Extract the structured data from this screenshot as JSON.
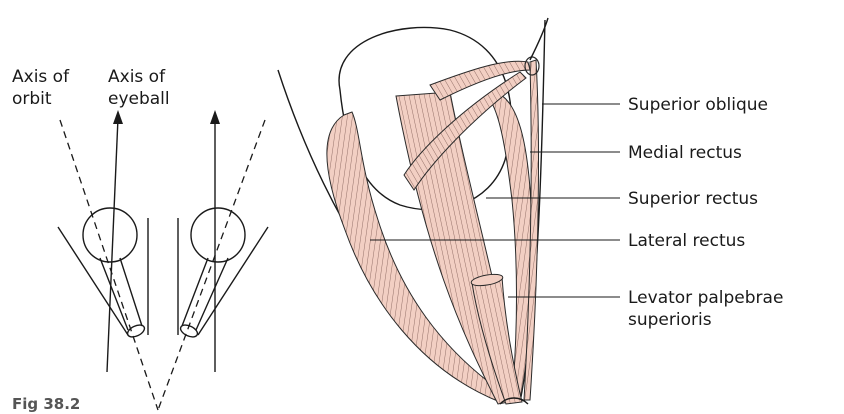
{
  "left_diagram": {
    "axis_of_orbit_line1": "Axis of",
    "axis_of_orbit_line2": "orbit",
    "axis_of_eyeball_line1": "Axis of",
    "axis_of_eyeball_line2": "eyeball"
  },
  "labels": {
    "superior_oblique": "Superior oblique",
    "medial_rectus": "Medial rectus",
    "superior_rectus": "Superior rectus",
    "lateral_rectus": "Lateral rectus",
    "levator_line1": "Levator palpebrae",
    "levator_line2": "superioris"
  },
  "figure_number": "Fig 38.2",
  "colors": {
    "muscle_fill": "#f2cfc3",
    "outline": "#1a1a1a"
  }
}
